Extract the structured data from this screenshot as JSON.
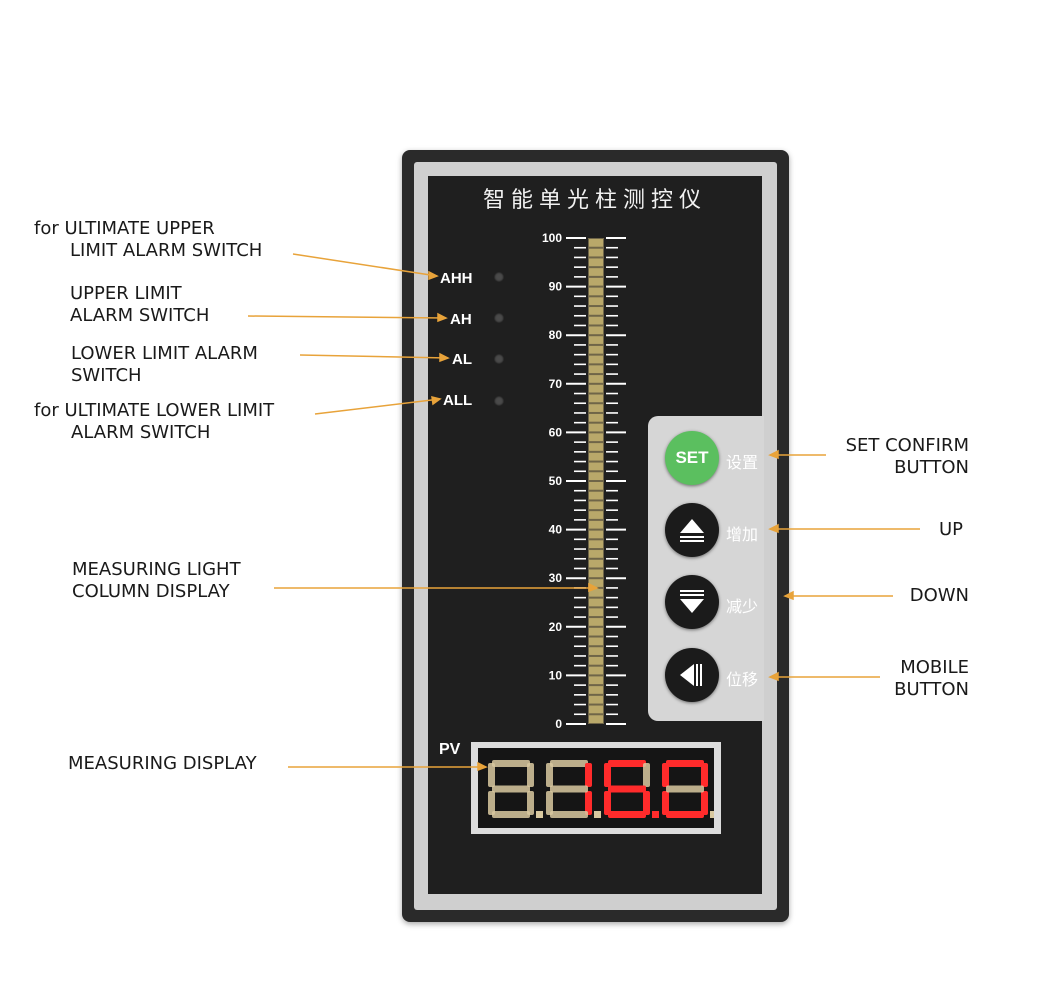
{
  "callouts": {
    "ultimate_upper": {
      "prefix": "for",
      "line1": "ULTIMATE UPPER",
      "line2": "LIMIT ALARM SWITCH"
    },
    "upper_limit": {
      "line1": "UPPER LIMIT",
      "line2": "ALARM SWITCH"
    },
    "lower_limit": {
      "line1": "LOWER LIMIT ALARM",
      "line2": "SWITCH"
    },
    "ultimate_lower": {
      "prefix": "for",
      "line1": "ULTIMATE LOWER LIMIT",
      "line2": "ALARM SWITCH"
    },
    "light_column": {
      "line1": "MEASURING LIGHT",
      "line2": "COLUMN DISPLAY"
    },
    "measuring_display": {
      "line1": "MEASURING DISPLAY"
    },
    "set_confirm": {
      "line1": "SET CONFIRM",
      "line2": "BUTTON"
    },
    "up": {
      "line1": "UP"
    },
    "down": {
      "line1": "DOWN"
    },
    "mobile": {
      "line1": "MOBILE",
      "line2": "BUTTON"
    }
  },
  "device": {
    "title": "智能单光柱测控仪",
    "alarm_lamps": [
      {
        "label": "AHH",
        "state": "off"
      },
      {
        "label": "AH",
        "state": "off"
      },
      {
        "label": "AL",
        "state": "off"
      },
      {
        "label": "ALL",
        "state": "off"
      }
    ],
    "bargraph": {
      "scale_min": 0,
      "scale_max": 100,
      "scale_labels": [
        "100",
        "90",
        "80",
        "70",
        "60",
        "50",
        "40",
        "30",
        "20",
        "10",
        "0"
      ],
      "segment_color": "#b9a86a",
      "unlit_color": "#6f6548"
    },
    "keys": {
      "set": {
        "label": "SET",
        "caption": "设置"
      },
      "up": {
        "caption": "增加",
        "icon": "up-triangle-icon"
      },
      "down": {
        "caption": "减少",
        "icon": "down-triangle-icon"
      },
      "shift": {
        "caption": "位移",
        "icon": "shift-left-icon"
      }
    },
    "pv": {
      "label": "PV",
      "value_text": "16.0",
      "lit_color": "#ff2b2b",
      "unlit_color": "#d9c9a0"
    }
  },
  "colors": {
    "leader": "#e8a33a",
    "set_key": "#5bbf5f",
    "face": "#1f1f1f"
  }
}
